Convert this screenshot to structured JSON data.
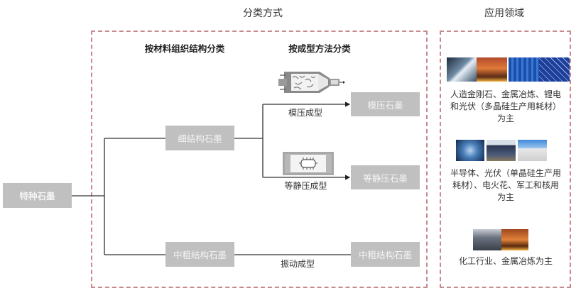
{
  "headers": {
    "classification": "分类方式",
    "application": "应用领域"
  },
  "subheaders": {
    "by_material": "按材料组织结构分类",
    "by_forming": "按成型方法分类"
  },
  "nodes": {
    "root": "特种石墨",
    "fine": "细结构石墨",
    "medium_coarse": "中粗结构石墨",
    "molded": "模压石墨",
    "isostatic": "等静压石墨",
    "vibration_result": "中粗结构石墨"
  },
  "edges": {
    "molding": "模压成型",
    "isostatic_pressing": "等静压成型",
    "vibration": "振动成型"
  },
  "illustrations": {
    "molding": "molding-press-diagram",
    "isostatic": "isostatic-press-diagram"
  },
  "applications": [
    {
      "images": [
        "diamond-photo",
        "metal-smelting-photo",
        "lithium-battery-photo",
        "solar-panel-photo"
      ],
      "lines": [
        "人造金刚石、金属冶炼、锂电",
        "和光伏（多晶硅生产用耗材）",
        "为主"
      ]
    },
    {
      "images": [
        "semiconductor-chip-photo",
        "solar-farm-photo",
        "cooling-tower-photo"
      ],
      "lines": [
        "半导体、光伏（单晶硅生产用",
        "耗材）、电火花、军工和核用",
        "为主"
      ]
    },
    {
      "images": [
        "chemical-plant-photo",
        "metal-smelting-photo"
      ],
      "lines": [
        "化工行业、金属冶炼为主"
      ]
    }
  ],
  "colors": {
    "node_fill": "#c0c0c0",
    "frame_dash": "#c98a8f",
    "line": "#333333"
  }
}
